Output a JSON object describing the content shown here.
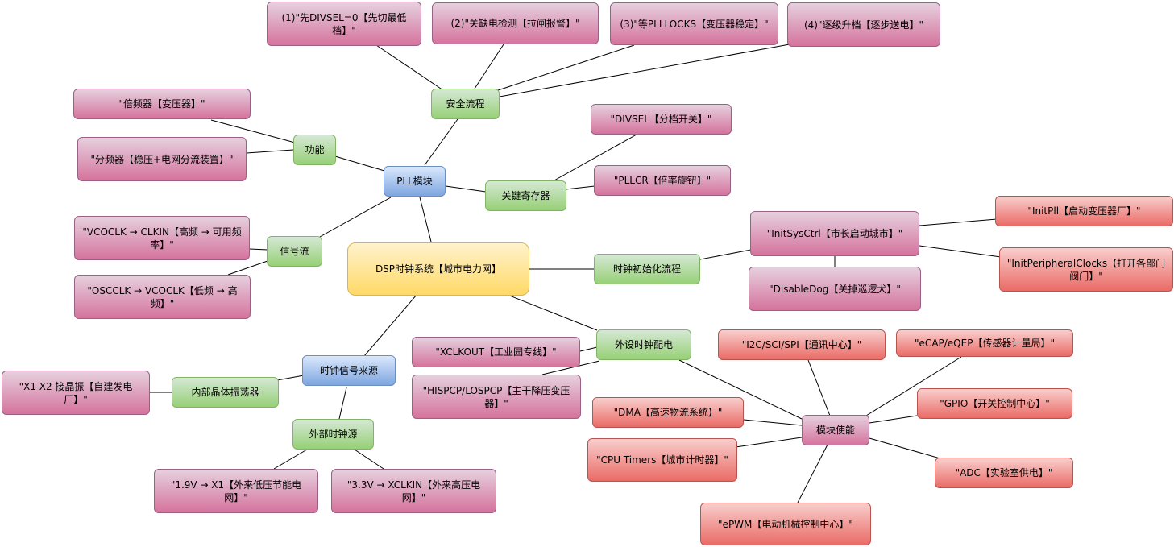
{
  "diagram": {
    "root": "DSP时钟系统【城市电力网】",
    "pll": "PLL模块",
    "safety": "安全流程",
    "safety_steps": [
      "(1)\"先DIVSEL=0【先切最低档】\"",
      "(2)\"关缺电检测【拉闸报警】\"",
      "(3)\"等PLLLOCKS【变压器稳定】\"",
      "(4)\"逐级升档【逐步送电】\""
    ],
    "function": "功能",
    "function_items": [
      "\"倍频器【变压器】\"",
      "\"分频器【稳压+电网分流装置】\""
    ],
    "key_regs": "关键寄存器",
    "key_reg_items": [
      "\"DIVSEL【分档开关】\"",
      "\"PLLCR【倍率旋钮】\""
    ],
    "signal_flow": "信号流",
    "signal_flow_items": [
      "\"VCOCLK → CLKIN【高频 → 可用频率】\"",
      "\"OSCCLK → VCOCLK【低频 → 高频】\""
    ],
    "init_flow": "时钟初始化流程",
    "init_sys_ctrl": "\"InitSysCtrl【市长启动城市】\"",
    "init_pll": "\"InitPll【启动变压器厂】\"",
    "init_periph": "\"InitPeripheralClocks【打开各部门阀门】\"",
    "disable_dog": "\"DisableDog【关掉巡逻犬】\"",
    "periph_clock": "外设时钟配电",
    "xclkout": "\"XCLKOUT【工业园专线】\"",
    "hispcp": "\"HISPCP/LOSPCP【主干降压变压器】\"",
    "module_enable": "模块使能",
    "modules": {
      "i2c": "\"I2C/SCI/SPI【通讯中心】\"",
      "ecap": "\"eCAP/eQEP【传感器计量局】\"",
      "gpio": "\"GPIO【开关控制中心】\"",
      "adc": "\"ADC【实验室供电】\"",
      "epwm": "\"ePWM【电动机械控制中心】\"",
      "timers": "\"CPU Timers【城市计时器】\"",
      "dma": "\"DMA【高速物流系统】\""
    },
    "clock_source": "时钟信号来源",
    "internal_osc": "内部晶体振荡器",
    "x1x2": "\"X1-X2 接晶振【自建发电厂】\"",
    "external_src": "外部时钟源",
    "ext_items": [
      "\"1.9V → X1【外来低压节能电网】\"",
      "\"3.3V → XCLKIN【外来高压电网】\""
    ]
  }
}
